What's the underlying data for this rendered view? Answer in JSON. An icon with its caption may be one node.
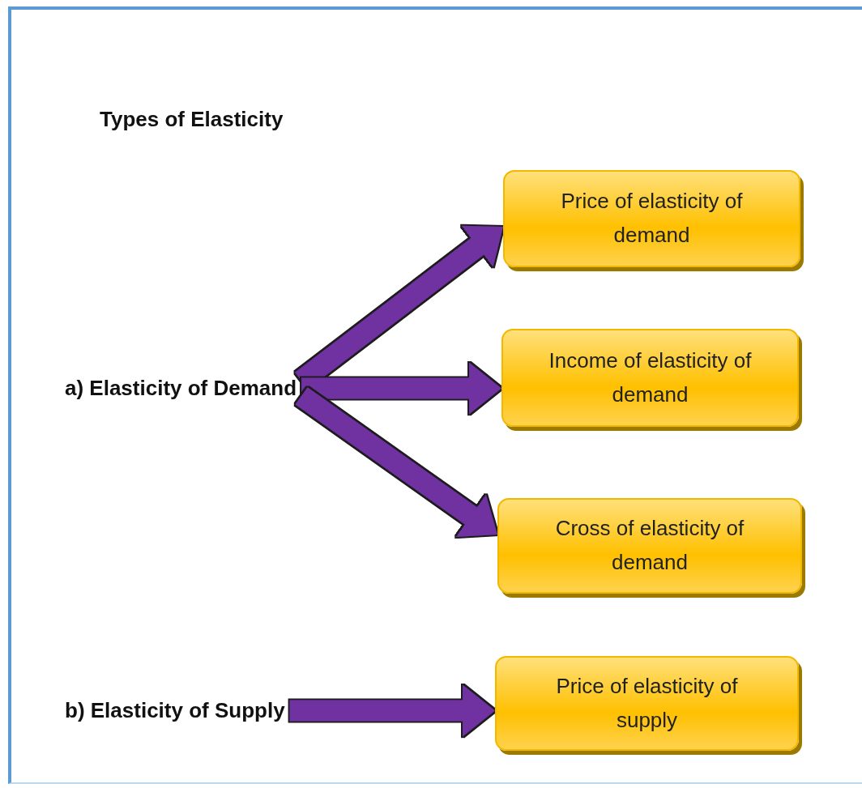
{
  "diagram": {
    "title": "Types of Elasticity",
    "nodes": [
      {
        "text": [
          "Price of elasticity of demand"
        ]
      },
      {
        "text": [
          "a) Elasticity of Demand"
        ]
      },
      {
        "text": [
          "Income of elasticity of demand"
        ]
      },
      {
        "text": [
          "Cross of elasticity of demand"
        ]
      },
      {
        "text": [
          "b) Elasticity of Supply"
        ]
      },
      {
        "text": [
          "Price of elasticity of supply"
        ]
      }
    ],
    "edges": [
      {
        "from": 1,
        "to": 0,
        "arrow": "to"
      },
      {
        "from": 1,
        "to": 2,
        "arrow": "to"
      },
      {
        "from": 1,
        "to": 3,
        "arrow": "to"
      },
      {
        "from": 4,
        "to": 5,
        "arrow": "to"
      }
    ]
  }
}
